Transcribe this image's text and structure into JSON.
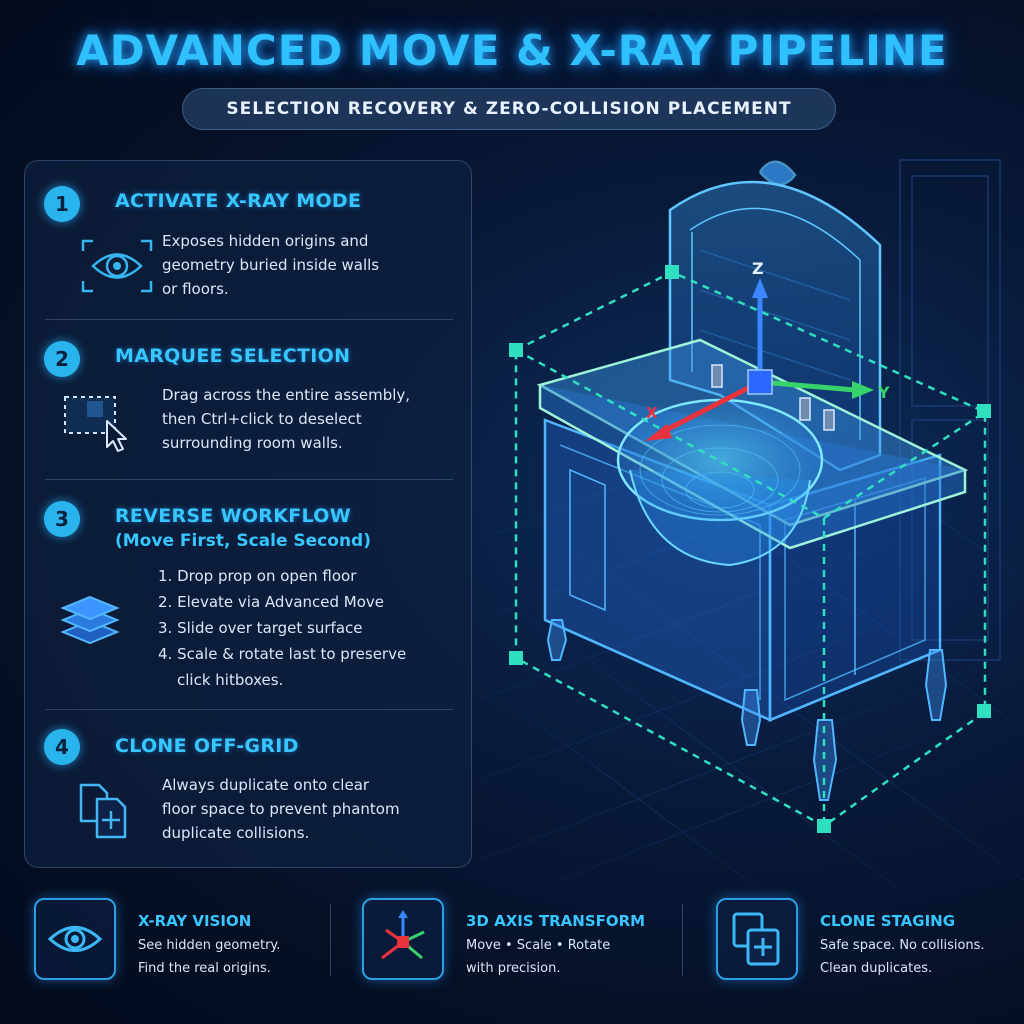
{
  "title": "ADVANCED MOVE & X-RAY PIPELINE",
  "subtitle": "SELECTION RECOVERY & ZERO-COLLISION PLACEMENT",
  "colors": {
    "accent": "#37c6ff",
    "background": "#050f24",
    "axis_x": "#e8323c",
    "axis_y": "#36d36a",
    "axis_z": "#3a86ff",
    "bbox": "#2fe0c0"
  },
  "steps": [
    {
      "number": "1",
      "title": "ACTIVATE X-RAY MODE",
      "icon": "eye-scan-icon",
      "description": [
        "Exposes hidden origins and",
        "geometry buried inside walls",
        "or floors."
      ]
    },
    {
      "number": "2",
      "title": "MARQUEE SELECTION",
      "icon": "marquee-cursor-icon",
      "description": [
        "Drag across the entire assembly,",
        "then Ctrl+click to deselect",
        "surrounding room walls."
      ]
    },
    {
      "number": "3",
      "title": "REVERSE WORKFLOW",
      "subtitle": "(Move First, Scale Second)",
      "icon": "layers-icon",
      "list": [
        {
          "n": "1.",
          "text": "Drop prop on open floor"
        },
        {
          "n": "2.",
          "text": "Elevate via Advanced Move"
        },
        {
          "n": "3.",
          "text": "Slide over target surface"
        },
        {
          "n": "4.",
          "text": "Scale & rotate last to preserve",
          "cont": "click hitboxes."
        }
      ]
    },
    {
      "number": "4",
      "title": "CLONE OFF-GRID",
      "icon": "duplicate-icon",
      "description": [
        "Always duplicate onto clear",
        "floor space to prevent phantom",
        "duplicate collisions."
      ]
    }
  ],
  "scene": {
    "axis_labels": {
      "x": "X",
      "y": "Y",
      "z": "Z"
    }
  },
  "footer": [
    {
      "title": "X-RAY VISION",
      "lines": [
        "See hidden geometry.",
        "Find the real origins."
      ],
      "icon": "eye-icon"
    },
    {
      "title": "3D AXIS TRANSFORM",
      "lines": [
        "Move • Scale • Rotate",
        "with precision."
      ],
      "icon": "axis-gizmo-icon"
    },
    {
      "title": "CLONE STAGING",
      "lines": [
        "Safe space. No collisions.",
        "Clean duplicates."
      ],
      "icon": "clone-icon"
    }
  ]
}
